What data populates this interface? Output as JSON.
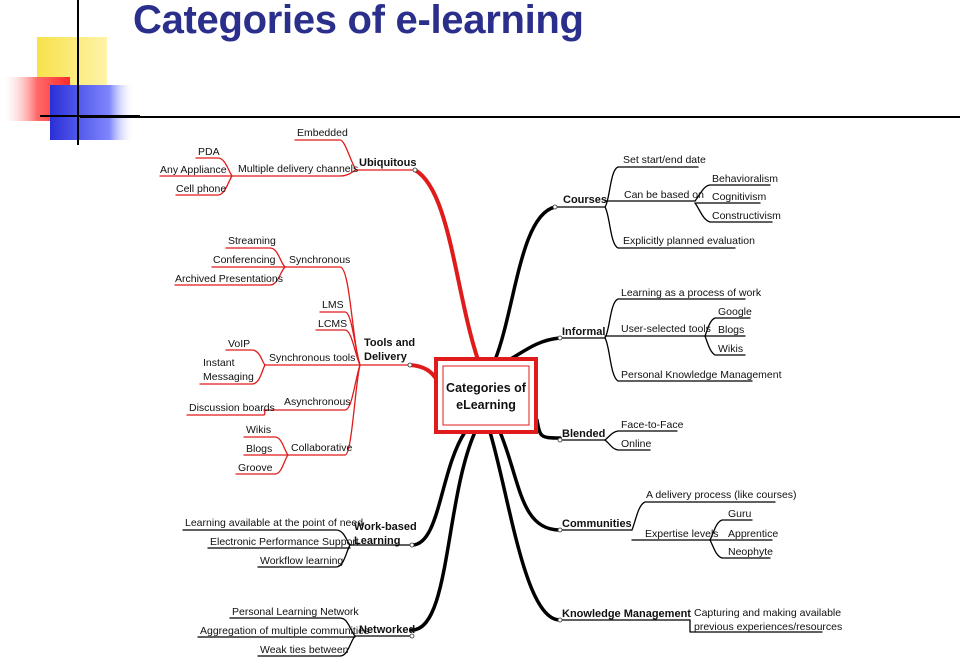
{
  "slide": {
    "title": "Categories of e-learning"
  },
  "mindmap": {
    "center": {
      "line1": "Categories of",
      "line2": "eLearning"
    },
    "ubiquitous": {
      "label": "Ubiquitous",
      "embedded": "Embedded",
      "multiple_delivery_channels": "Multiple delivery channels",
      "pda": "PDA",
      "any_appliance": "Any Appliance",
      "cell_phone": "Cell phone"
    },
    "tools_delivery": {
      "line1": "Tools and",
      "line2": "Delivery",
      "synchronous": "Synchronous",
      "streaming": "Streaming",
      "conferencing": "Conferencing",
      "archived_presentations": "Archived Presentations",
      "lms": "LMS",
      "lcms": "LCMS",
      "synchronous_tools": "Synchronous tools",
      "voip": "VoIP",
      "instant": "Instant",
      "messaging": "Messaging",
      "asynchronous": "Asynchronous",
      "discussion_boards": "Discussion boards",
      "collaborative": "Collaborative",
      "wikis": "Wikis",
      "blogs": "Blogs",
      "groove": "Groove"
    },
    "work_based": {
      "line1": "Work-based",
      "line2": "Learning",
      "point_of_need": "Learning available at the point of need",
      "eps": "Electronic Performance Support",
      "workflow": "Workflow learning"
    },
    "networked": {
      "label": "Networked",
      "pln": "Personal Learning Network",
      "aggregation": "Aggregation of multiple communities",
      "weak_ties": "Weak ties between"
    },
    "courses": {
      "label": "Courses",
      "start_end": "Set start/end date",
      "based_on": "Can be based on",
      "behavioralism": "Behavioralism",
      "cognitivism": "Cognitivism",
      "constructivism": "Constructivism",
      "evaluation": "Explicitly planned evaluation"
    },
    "informal": {
      "label": "Informal",
      "process_of_work": "Learning as a process of work",
      "user_selected": "User-selected tools",
      "google": "Google",
      "blogs": "Blogs",
      "wikis": "Wikis",
      "pkm": "Personal Knowledge Management"
    },
    "blended": {
      "label": "Blended",
      "face_to_face": "Face-to-Face",
      "online": "Online"
    },
    "communities": {
      "label": "Communities",
      "delivery_process": "A delivery process (like courses)",
      "expertise": "Expertise levels",
      "guru": "Guru",
      "apprentice": "Apprentice",
      "neophyte": "Neophyte"
    },
    "km": {
      "label": "Knowledge Management",
      "line1": "Capturing and making available",
      "line2": "previous experiences/resources"
    }
  },
  "colors": {
    "title": "#2b2f8c",
    "center_border": "#e01b1b",
    "left_trunk": "#e01b1b",
    "right_trunk": "#000000",
    "deco_yellow": "#f7e24a",
    "deco_red": "#ff3b3b",
    "deco_blue": "#2a2fd6"
  }
}
